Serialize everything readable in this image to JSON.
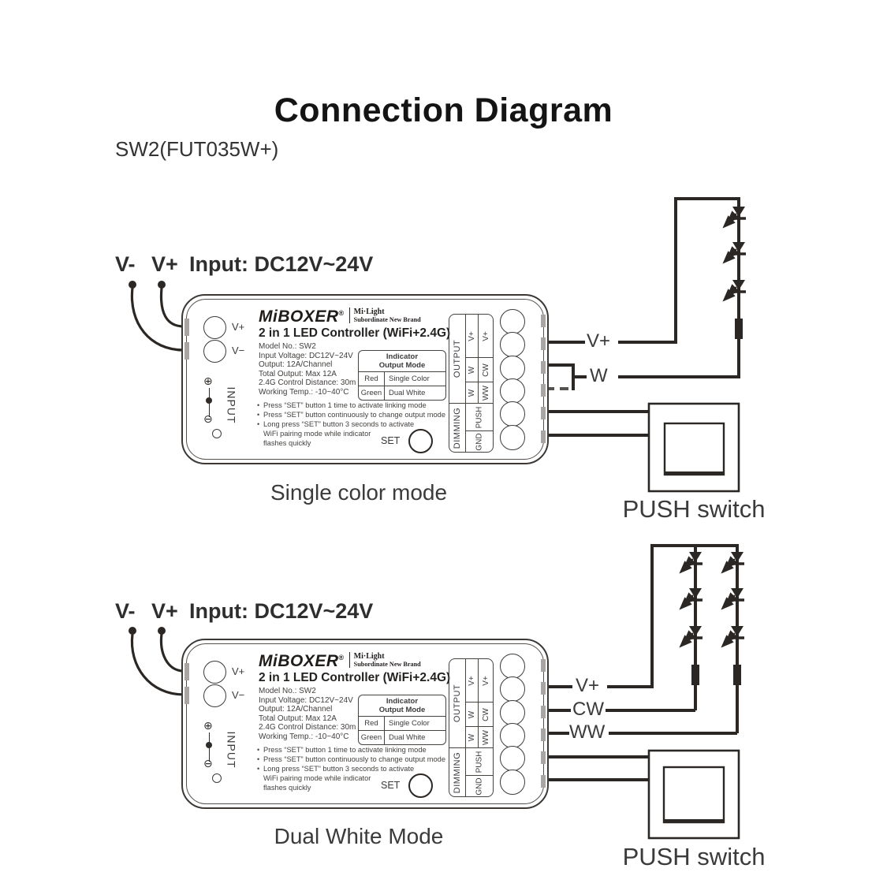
{
  "page": {
    "title": "Connection Diagram",
    "model": "SW2(FUT035W+)"
  },
  "input_line": {
    "vminus": "V-",
    "vplus": "V+",
    "text": "Input: DC12V~24V"
  },
  "device": {
    "brand": "MiBOXER",
    "reg": "®",
    "brand_line1": "Mi·Light",
    "brand_line2": "Subordinate New Brand",
    "product": "2 in 1 LED Controller (WiFi+2.4G)",
    "specs": [
      "Model No.: SW2",
      "Input Voltage: DC12V~24V",
      "Output: 12A/Channel",
      "Total Output: Max 12A",
      "2.4G Control Distance: 30m",
      "Working Temp.: -10~40°C"
    ],
    "indicator": {
      "header": "Indicator\nOutput Mode",
      "rows": [
        [
          "Red",
          "Single Color"
        ],
        [
          "Green",
          "Dual White"
        ]
      ]
    },
    "instructions": [
      "Press “SET” button 1 time to activate linking mode",
      "Press “SET” button continuously to change output mode",
      "Long press “SET” button 3 seconds to activate\nWiFi pairing mode while indicator\nflashes quickly"
    ],
    "set": "SET",
    "input_label": "INPUT",
    "input_plus": "⊕",
    "input_minus": "⊖",
    "vplus": "V+",
    "vminus": "V−",
    "terminals": {
      "output": "OUTPUT",
      "dimming": "DIMMING",
      "single": [
        "V+",
        "W",
        "W"
      ],
      "dual": [
        "V+",
        "CW",
        "WW"
      ],
      "dim_rows": [
        "PUSH",
        "GND"
      ]
    }
  },
  "diagram1": {
    "caption": "Single color mode",
    "labels": {
      "vplus": "V+",
      "w": "W"
    },
    "push": "PUSH switch"
  },
  "diagram2": {
    "caption": "Dual White Mode",
    "labels": {
      "vplus": "V+",
      "cw": "CW",
      "ww": "WW"
    },
    "push": "PUSH switch"
  },
  "colors": {
    "line": "#2b2724",
    "dashed": "#555250"
  }
}
